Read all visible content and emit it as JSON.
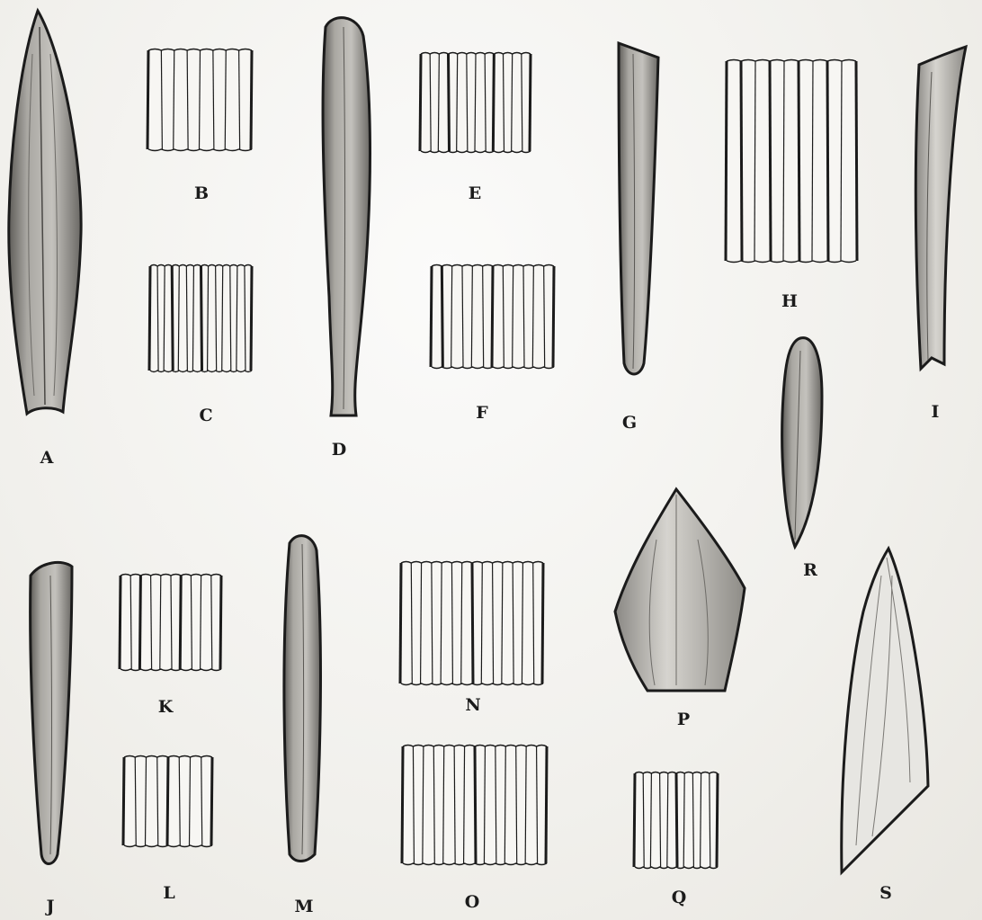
{
  "figure": {
    "labels": {
      "A": "A",
      "B": "B",
      "C": "C",
      "D": "D",
      "E": "E",
      "F": "F",
      "G": "G",
      "H": "H",
      "I": "I",
      "J": "J",
      "K": "K",
      "L": "L",
      "M": "M",
      "N": "N",
      "O": "O",
      "P": "P",
      "Q": "Q",
      "R": "R",
      "S": "S"
    },
    "colors": {
      "paper": "#f2f1ee",
      "ink": "#1b1b1b",
      "shade": "#8c8a86"
    }
  }
}
